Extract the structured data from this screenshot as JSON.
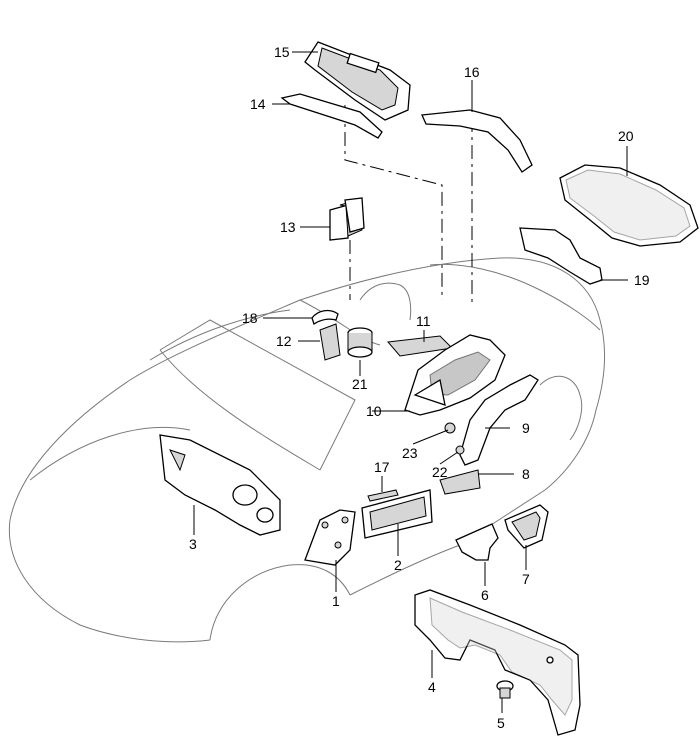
{
  "callouts": {
    "p1": "1",
    "p2": "2",
    "p3": "3",
    "p4": "4",
    "p5": "5",
    "p6": "6",
    "p7": "7",
    "p8": "8",
    "p9": "9",
    "p10": "10",
    "p11": "11",
    "p12": "12",
    "p13": "13",
    "p14": "14",
    "p15": "15",
    "p16": "16",
    "p17": "17",
    "p18": "18",
    "p19": "19",
    "p20": "20",
    "p21": "21",
    "p22": "22",
    "p23": "23"
  }
}
